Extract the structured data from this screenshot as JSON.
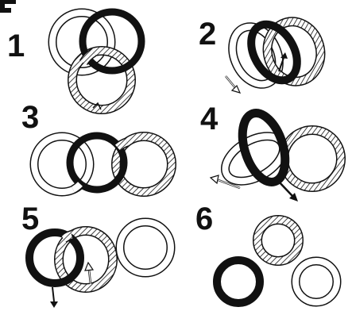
{
  "colors": {
    "ink": "#111111",
    "paper": "#ffffff"
  },
  "steps": [
    {
      "label": "1"
    },
    {
      "label": "2"
    },
    {
      "label": "3"
    },
    {
      "label": "4"
    },
    {
      "label": "5"
    },
    {
      "label": "6"
    }
  ]
}
